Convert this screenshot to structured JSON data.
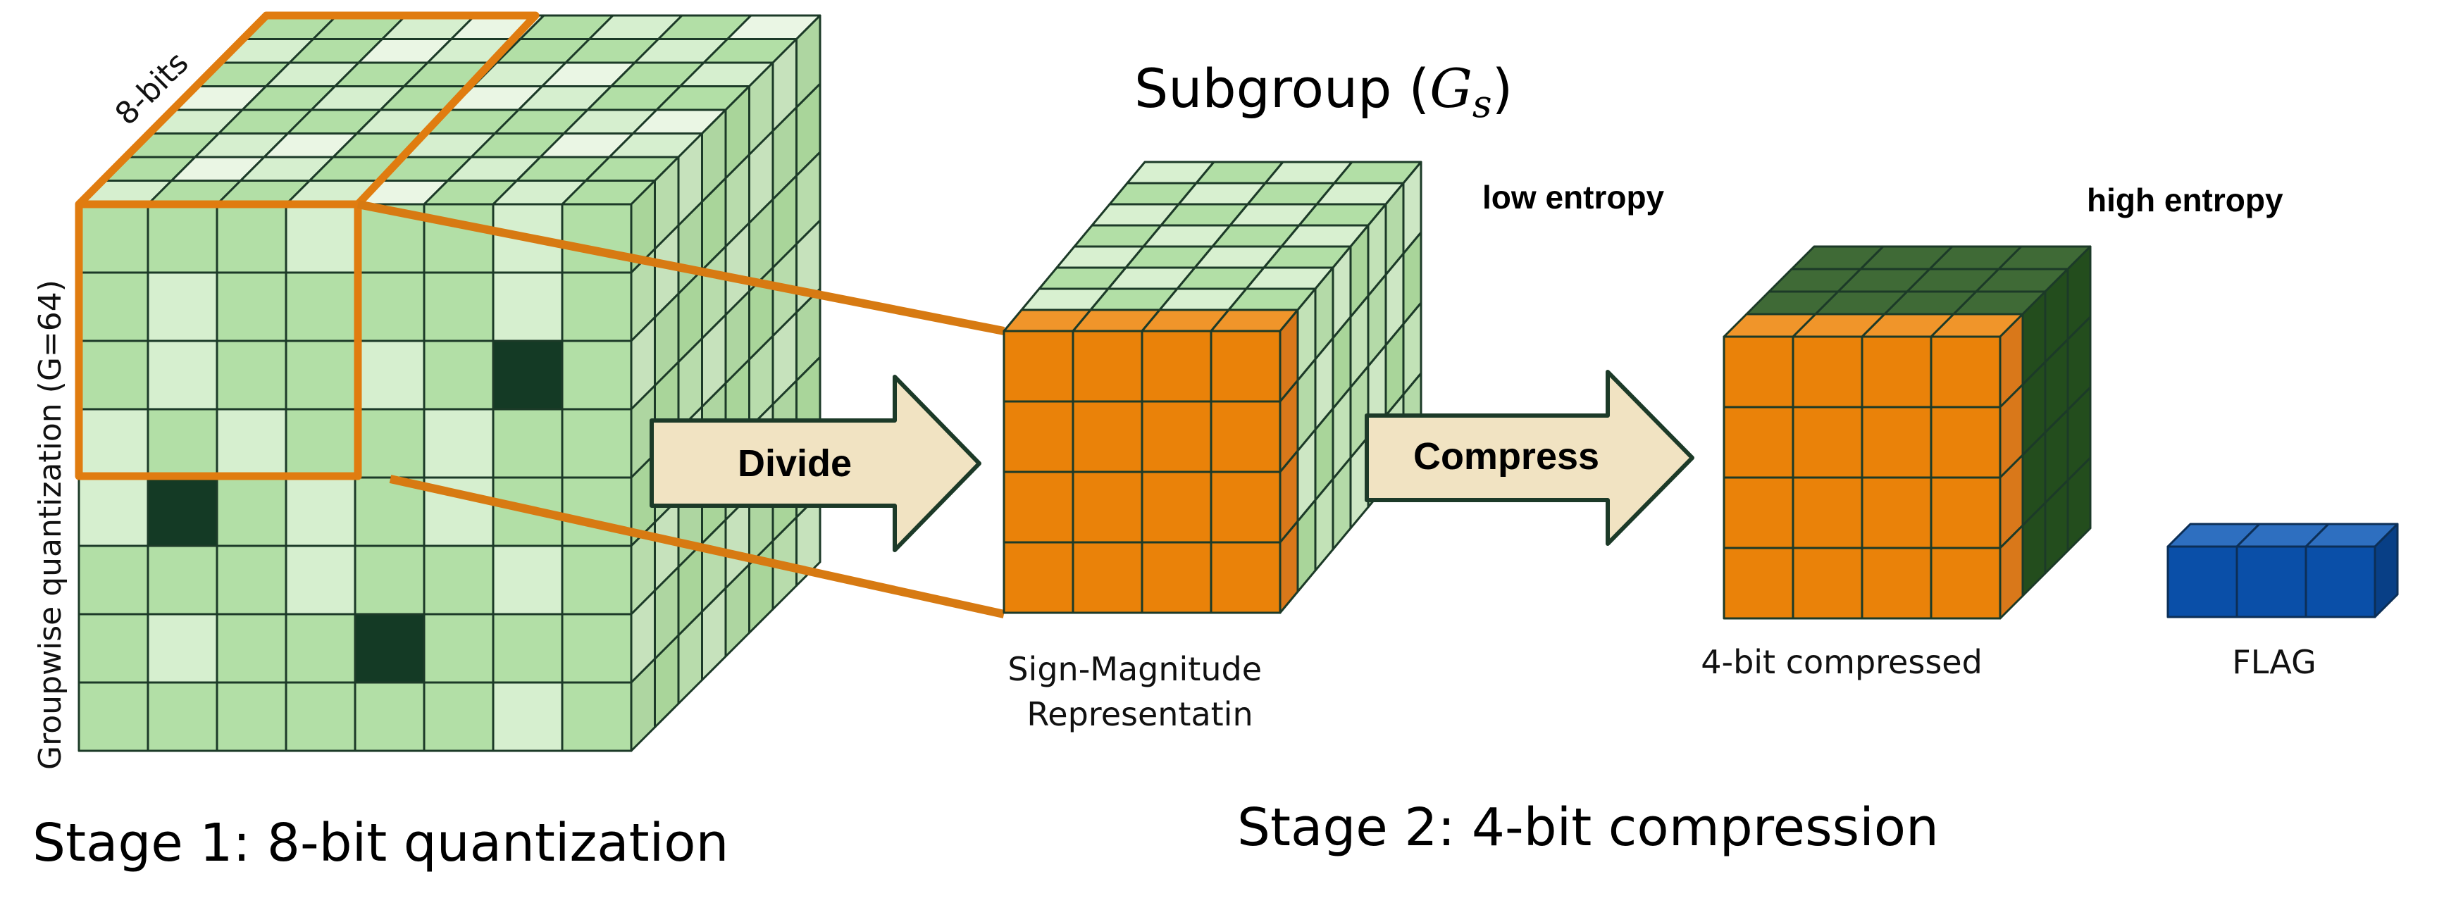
{
  "labels": {
    "subgroup": "Subgroup (",
    "subgroup_symbol": "G",
    "subgroup_sub": "s",
    "subgroup_close": ")",
    "bits": "8-bits",
    "groupwise": "Groupwise quantization (G=64)",
    "low_entropy": "low entropy",
    "high_entropy": "high entropy",
    "divide": "Divide",
    "compress": "Compress",
    "sign_magnitude_1": "Sign-Magnitude",
    "sign_magnitude_2": "Representatin",
    "compressed_4bit": "4-bit compressed",
    "flag": "FLAG",
    "stage1": "Stage 1: 8-bit quantization",
    "stage2": "Stage 2: 4-bit compression"
  },
  "colors": {
    "green_light": "#d6efcf",
    "green_mid": "#b2dfa6",
    "green_dark": "#143a25",
    "green_shadow": "#3f6a36",
    "green_deep": "#234d1d",
    "orange": "#ea8209",
    "orange_outline": "#e07c10",
    "arrow_fill": "#f1e3c2",
    "blue": "#0a4fa8",
    "blue_top": "#2e6fc0",
    "grid_line": "#1c3a28"
  }
}
